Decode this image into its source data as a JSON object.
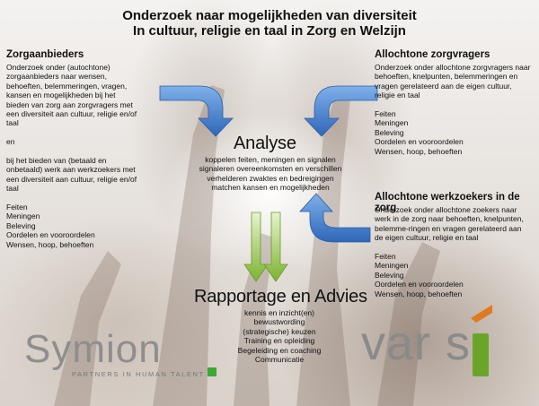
{
  "title": {
    "line1": "Onderzoek naar mogelijkheden van diversiteit",
    "line2": "In cultuur, religie en taal in Zorg en Welzijn"
  },
  "zorgaanbieders": {
    "heading": "Zorgaanbieders",
    "lines": [
      "Onderzoek onder (autochtone)",
      "zorgaanbieders naar wensen,",
      "behoeften, belemmeringen, vragen,",
      "kansen en mogelijkheden bij het",
      "bieden van zorg aan zorgvragers met",
      "een diversiteit aan cultuur, religie en/of",
      "taal",
      "",
      "en",
      "",
      "bij het bieden van (betaald en",
      "onbetaald) werk aan werkzoekers met",
      "een diversiteit aan cultuur, religie en/of",
      "taal",
      "",
      "Feiten",
      "Meningen",
      "Beleving",
      "Oordelen en vooroordelen",
      "Wensen, hoop, behoeften"
    ]
  },
  "zorgvragers": {
    "heading": "Allochtone zorgvragers",
    "lines": [
      "Onderzoek onder allochtone zorgvragers naar",
      "behoeften, knelpunten, belemmeringen en",
      "vragen gerelateerd aan de eigen cultuur,",
      "religie en taal",
      "",
      "Feiten",
      "Meningen",
      "Beleving",
      "Oordelen en vooroordelen",
      "Wensen, hoop, behoeften"
    ]
  },
  "werkzoekers": {
    "heading": "Allochtone werkzoekers in de zorg",
    "lines": [
      "Onderzoek onder allochtone zoekers naar",
      "werk in de zorg naar behoeften, knelpunten,",
      "belemme-ringen en vragen gerelateerd aan",
      "de eigen cultuur, religie en taal",
      "",
      "Feiten",
      "Meningen",
      "Beleving",
      "Oordelen en vooroordelen",
      "Wensen, hoop, behoeften"
    ]
  },
  "analyse": {
    "heading": "Analyse",
    "lines": [
      "koppelen feiten, meningen en signalen",
      "signaleren overeenkomsten en verschillen",
      "verhelderen  zwaktes en bedreigingen",
      "matchen kansen en mogelijkheden"
    ]
  },
  "rapportage": {
    "heading": "Rapportage en Advies",
    "lines": [
      "kennis en inzicht(en)",
      "bewustwording",
      "(strategische) keuzen",
      "Training en opleiding",
      "Begeleiding en coaching",
      "Communicatie"
    ]
  },
  "logos": {
    "symion": "Symion",
    "symion_tagline": "PARTNERS IN HUMAN TALENT",
    "varis": "var s",
    "symion_square_color": "#3aaa35",
    "varis_green": "#6aa52a",
    "varis_orange": "#e07a1f"
  },
  "colors": {
    "blue_arrow": "#3a78c9",
    "green_arrow": "#7cb32f"
  }
}
